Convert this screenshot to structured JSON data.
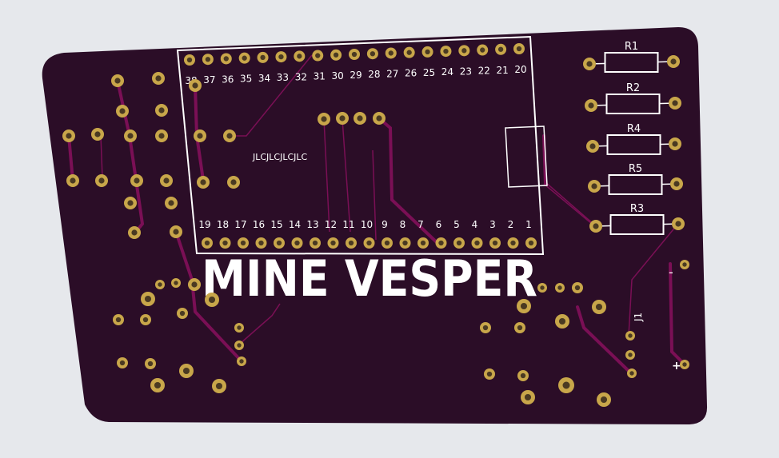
{
  "board": {
    "title": "MINE VESPER",
    "watermark": "JLCJLCJLCJLC",
    "colors": {
      "background": "#e6e8ec",
      "pcb": "#2b0d27",
      "trace": "#7a0f55",
      "pad": "#c8a64a",
      "hole": "#4a3a22",
      "silkscreen": "#ffffff"
    }
  },
  "module": {
    "top_pins": [
      "38",
      "37",
      "36",
      "35",
      "34",
      "33",
      "32",
      "31",
      "30",
      "29",
      "28",
      "27",
      "26",
      "25",
      "24",
      "23",
      "22",
      "21",
      "20"
    ],
    "bottom_pins": [
      "19",
      "18",
      "17",
      "16",
      "15",
      "14",
      "13",
      "12",
      "11",
      "10",
      "9",
      "8",
      "7",
      "6",
      "5",
      "4",
      "3",
      "2",
      "1"
    ]
  },
  "resistors": [
    "R1",
    "R2",
    "R4",
    "R5",
    "R3"
  ],
  "connector": {
    "label": "J1",
    "minus": "-",
    "plus": "+"
  }
}
